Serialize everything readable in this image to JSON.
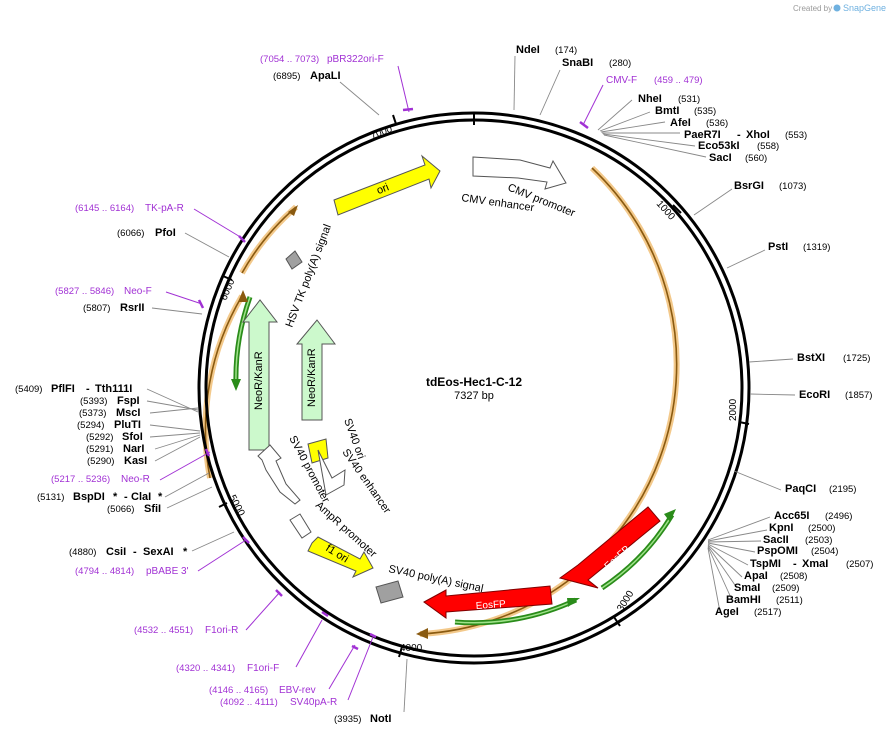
{
  "plasmid": {
    "name": "tdEos-Hec1-C-12",
    "length": "7327 bp"
  },
  "branding": {
    "created_by": "Created by",
    "brand": "SnapGene"
  },
  "ticks": [
    "1000",
    "2000",
    "3000",
    "4000",
    "5000",
    "6000",
    "7000"
  ],
  "features": {
    "ori": "ori",
    "cmv_promoter": "CMV promoter",
    "cmv_enhancer": "CMV enhancer",
    "hsv_tk": "HSV TK poly(A) signal",
    "neo_outer": "NeoR/KanR",
    "neo_inner": "NeoR/KanR",
    "sv40_ori": "SV40 ori",
    "sv40_enhancer": "SV40 enhancer",
    "sv40_promoter": "SV40 promoter",
    "ampr_promoter": "AmpR promoter",
    "f1_ori": "f1 ori",
    "sv40_polya": "SV40 poly(A) signal",
    "eosfp1": "EosFP",
    "eosfp2": "EosFP"
  },
  "primers": {
    "pbr322": {
      "pos": "(7054 .. 7073)",
      "name": "pBR322ori-F"
    },
    "cmvf": {
      "name": "CMV-F",
      "pos": "(459 .. 479)"
    },
    "tkpar": {
      "pos": "(6145 .. 6164)",
      "name": "TK-pA-R"
    },
    "neof": {
      "pos": "(5827 .. 5846)",
      "name": "Neo-F"
    },
    "neor": {
      "pos": "(5217 .. 5236)",
      "name": "Neo-R"
    },
    "pbabe": {
      "pos": "(4794 .. 4814)",
      "name": "pBABE 3'"
    },
    "f1orir": {
      "pos": "(4532 .. 4551)",
      "name": "F1ori-R"
    },
    "f1orif": {
      "pos": "(4320 .. 4341)",
      "name": "F1ori-F"
    },
    "ebvrev": {
      "pos": "(4146 .. 4165)",
      "name": "EBV-rev"
    },
    "sv40par": {
      "pos": "(4092 .. 4111)",
      "name": "SV40pA-R"
    }
  },
  "enzymes": {
    "ndei": {
      "name": "NdeI",
      "pos": "(174)"
    },
    "snabi": {
      "name": "SnaBI",
      "pos": "(280)"
    },
    "nhei": {
      "name": "NheI",
      "pos": "(531)"
    },
    "bmti": {
      "name": "BmtI",
      "pos": "(535)"
    },
    "afei": {
      "name": "AfeI",
      "pos": "(536)"
    },
    "paer7i": {
      "name": "PaeR7I",
      "sep": "-",
      "name2": "XhoI",
      "pos": "(553)"
    },
    "eco53ki": {
      "name": "Eco53kI",
      "pos": "(558)"
    },
    "saci": {
      "name": "SacI",
      "pos": "(560)"
    },
    "bsrgi": {
      "name": "BsrGI",
      "pos": "(1073)"
    },
    "psti": {
      "name": "PstI",
      "pos": "(1319)"
    },
    "bstxi": {
      "name": "BstXI",
      "pos": "(1725)"
    },
    "ecori": {
      "name": "EcoRI",
      "pos": "(1857)"
    },
    "paqci": {
      "name": "PaqCI",
      "pos": "(2195)"
    },
    "acc65i": {
      "name": "Acc65I",
      "pos": "(2496)"
    },
    "kpni": {
      "name": "KpnI",
      "pos": "(2500)"
    },
    "sacii": {
      "name": "SacII",
      "pos": "(2503)"
    },
    "pspomi": {
      "name": "PspOMI",
      "pos": "(2504)"
    },
    "tspmi": {
      "name": "TspMI",
      "sep": "-",
      "name2": "XmaI",
      "pos": "(2507)"
    },
    "apai": {
      "name": "ApaI",
      "pos": "(2508)"
    },
    "smai": {
      "name": "SmaI",
      "pos": "(2509)"
    },
    "bamhi": {
      "name": "BamHI",
      "pos": "(2511)"
    },
    "agei": {
      "name": "AgeI",
      "pos": "(2517)"
    },
    "noti": {
      "name": "NotI",
      "pos": "(3935)"
    },
    "apali": {
      "name": "ApaLI",
      "pos": "(6895)"
    },
    "pfoi": {
      "name": "PfoI",
      "pos": "(6066)"
    },
    "rsrii": {
      "name": "RsrII",
      "pos": "(5807)"
    },
    "pflfi": {
      "pos": "(5409)",
      "name": "PflFI",
      "sep": "-",
      "name2": "Tth111I"
    },
    "fspi": {
      "pos": "(5393)",
      "name": "FspI"
    },
    "msci": {
      "pos": "(5373)",
      "name": "MscI"
    },
    "pluti": {
      "pos": "(5294)",
      "name": "PluTI"
    },
    "sfoi": {
      "pos": "(5292)",
      "name": "SfoI"
    },
    "nari": {
      "pos": "(5291)",
      "name": "NarI"
    },
    "kasi": {
      "pos": "(5290)",
      "name": "KasI"
    },
    "bspdi": {
      "pos": "(5131)",
      "name": "BspDI",
      "mark": "*",
      "sep": "-",
      "name2": "ClaI",
      "mark2": "*"
    },
    "sfii": {
      "pos": "(5066)",
      "name": "SfiI"
    },
    "csii": {
      "pos": "(4880)",
      "name": "CsiI",
      "sep": "-",
      "name2": "SexAI",
      "mark": "*"
    }
  }
}
